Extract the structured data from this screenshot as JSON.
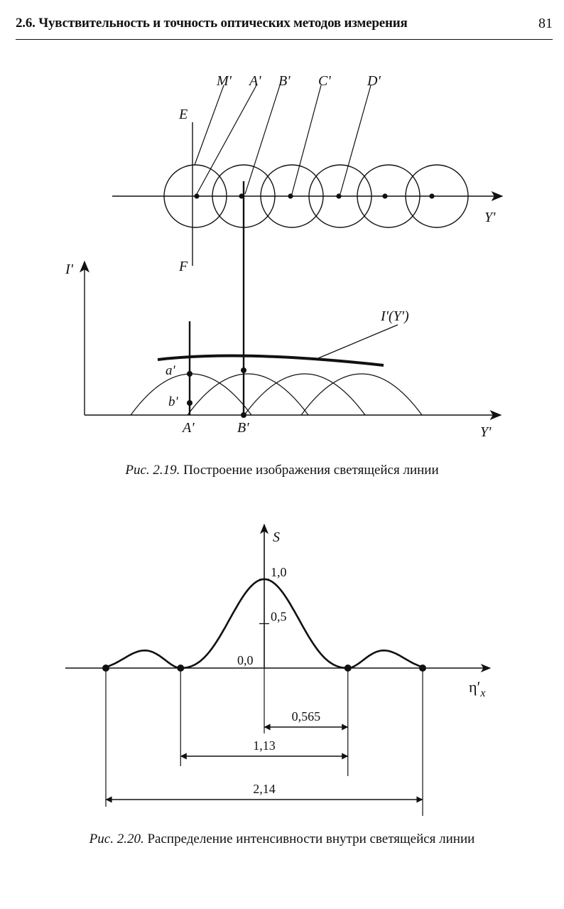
{
  "header": {
    "section_title": "2.6. Чувствительность и точность оптических методов измерения",
    "page_number": "81"
  },
  "figure_2_19": {
    "caption_number": "Рис. 2.19.",
    "caption_text": " Построение изображения светящейся линии",
    "labels": {
      "M": "M'",
      "A": "A'",
      "B": "B'",
      "C": "C'",
      "D": "D'",
      "E": "E",
      "F": "F",
      "Y_top": "Y'",
      "I_axis": "I'",
      "curve": "I'(Y')",
      "a": "a'",
      "b": "b'",
      "A_bottom": "A'",
      "B_bottom": "B'",
      "Y_bottom": "Y'"
    },
    "circle_count": 6,
    "hump_count": 4
  },
  "figure_2_20": {
    "caption_number": "Рис. 2.20.",
    "caption_text": " Распределение интенсивности внутри светящейся линии",
    "chart_data": {
      "type": "line",
      "ylabel": "S",
      "xlabel": "η′x",
      "y_ticks": [
        "0,0",
        "0,5",
        "1,0"
      ],
      "y_values": [
        0,
        0.5,
        1.0
      ],
      "dimensions": [
        "0,565",
        "1,13",
        "2,14"
      ],
      "dimension_values": [
        0.565,
        1.13,
        2.14
      ],
      "zero_points_x": [
        -1.07,
        -0.565,
        0.565,
        1.07
      ],
      "x_range": [
        -1.07,
        1.07
      ],
      "y_range": [
        0,
        1.0
      ]
    }
  }
}
